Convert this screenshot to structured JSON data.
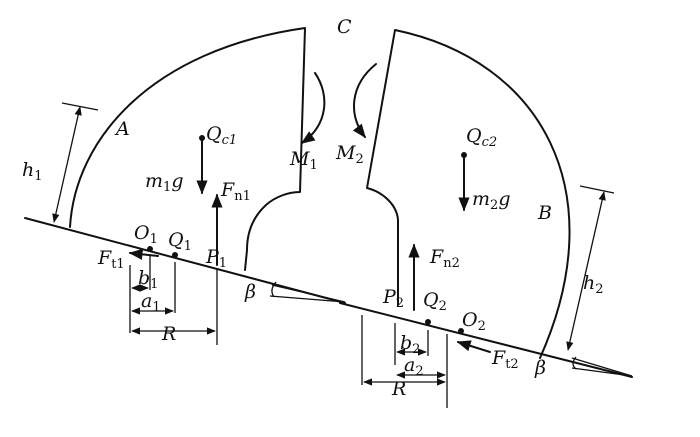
{
  "diagram": {
    "labels": {
      "C": "C",
      "A": "A",
      "B": "B",
      "Q": "Q",
      "c1": "c1",
      "c2": "c2",
      "m": "m",
      "g": "g",
      "one": "1",
      "two": "2",
      "F": "F",
      "n": "n",
      "t": "t",
      "M": "M",
      "h": "h",
      "O": "O",
      "P": "P",
      "a": "a",
      "b": "b",
      "R": "R",
      "beta": "β"
    }
  }
}
